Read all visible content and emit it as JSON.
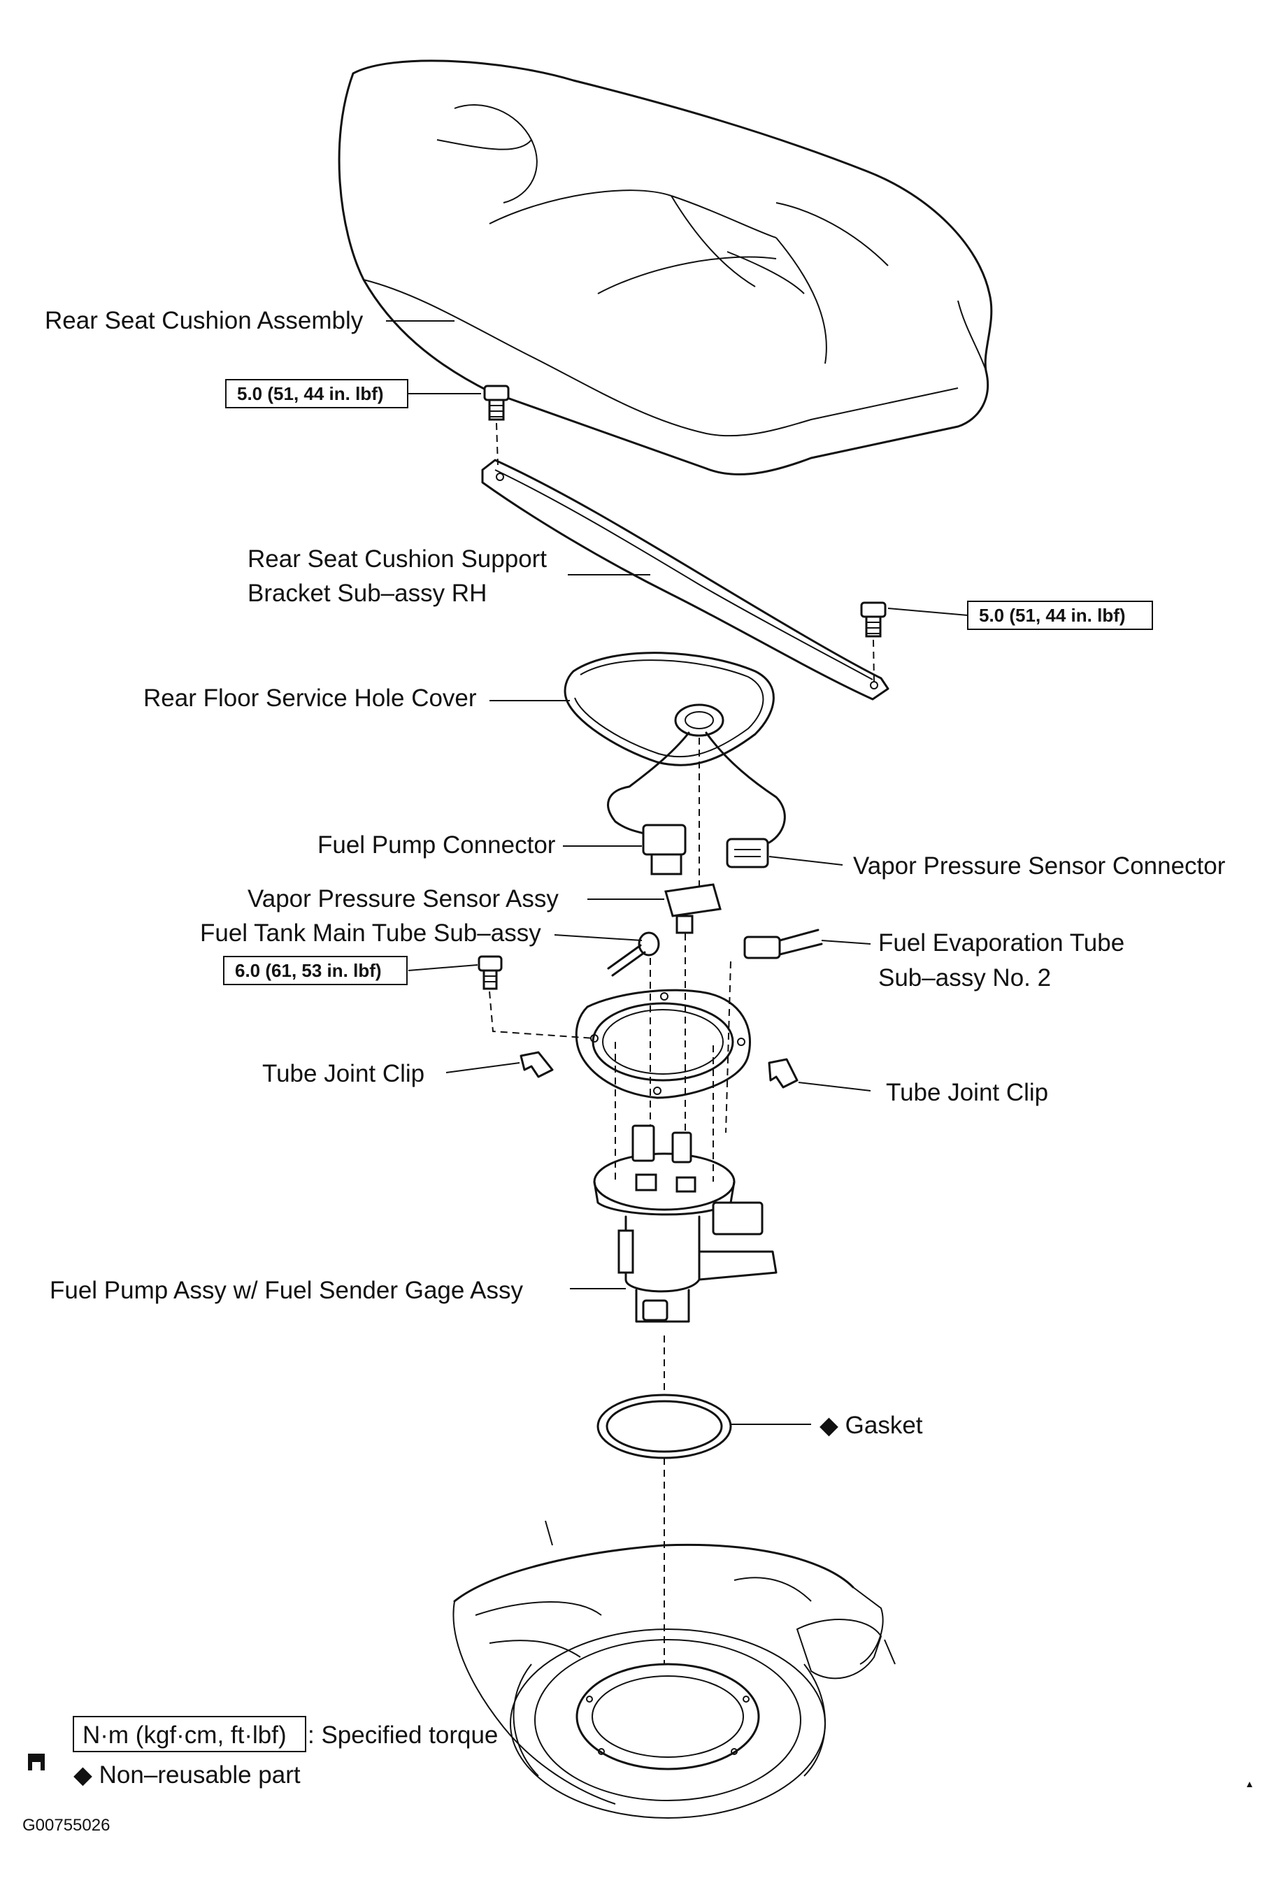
{
  "labels": {
    "rear_seat_cushion_assembly": "Rear Seat Cushion Assembly",
    "support_bracket_line1": "Rear Seat Cushion Support",
    "support_bracket_line2": "Bracket Sub–assy RH",
    "service_hole_cover": "Rear Floor Service Hole Cover",
    "fuel_pump_connector": "Fuel Pump Connector",
    "vapor_sensor_connector": "Vapor Pressure Sensor Connector",
    "vapor_sensor_assy": "Vapor Pressure Sensor Assy",
    "fuel_tank_main_tube": "Fuel Tank Main Tube Sub–assy",
    "evap_tube_line1": "Fuel Evaporation Tube",
    "evap_tube_line2": "Sub–assy No. 2",
    "tube_joint_clip_left": "Tube Joint Clip",
    "tube_joint_clip_right": "Tube Joint Clip",
    "fuel_pump_assy": "Fuel Pump Assy w/ Fuel Sender Gage Assy",
    "gasket": "◆ Gasket"
  },
  "torques": {
    "bracket_bolt_left": "5.0 (51, 44 in. lbf)",
    "bracket_bolt_right": "5.0 (51, 44 in. lbf)",
    "pump_bolt": "6.0 (61, 53 in. lbf)"
  },
  "legend": {
    "torque_unit": "N·m (kgf·cm, ft·lbf)",
    "torque_desc": ": Specified torque",
    "nonreusable": "◆ Non–reusable part"
  },
  "figure_code": "G00755026"
}
